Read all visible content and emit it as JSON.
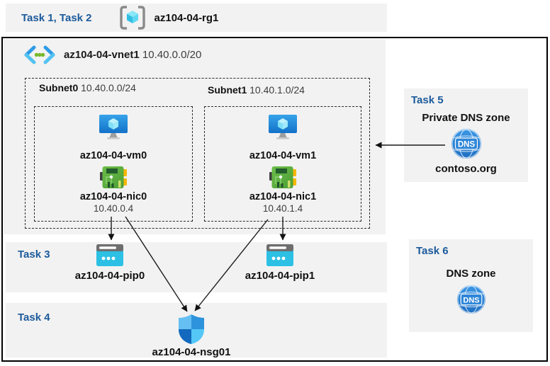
{
  "colors": {
    "task_label_blue": "#1B5A9B",
    "band_background": "#F2F2F2",
    "frame_border": "#000000",
    "pip_cyan": "#2BC0E4",
    "nic_green": "#5CB13C",
    "vm_blue": "#1E82D6",
    "dns_blue": "#2E86D8"
  },
  "top_band": {
    "tasks_label": "Task 1, Task 2",
    "resource_group_icon": "resource-group-icon",
    "resource_group_name": "az104-04-rg1"
  },
  "vnet": {
    "icon": "virtual-network-icon",
    "name": "az104-04-vnet1",
    "cidr": "10.40.0.0/20",
    "subnets": [
      {
        "name": "Subnet0",
        "cidr": "10.40.0.0/24",
        "vm": "az104-04-vm0",
        "nic": "az104-04-nic0",
        "nic_ip": "10.40.0.4"
      },
      {
        "name": "Subnet1",
        "cidr": "10.40.1.0/24",
        "vm": "az104-04-vm1",
        "nic": "az104-04-nic1",
        "nic_ip": "10.40.1.4"
      }
    ]
  },
  "task3": {
    "label": "Task 3",
    "pips": [
      "az104-04-pip0",
      "az104-04-pip1"
    ]
  },
  "task4": {
    "label": "Task 4",
    "nsg": "az104-04-nsg01"
  },
  "task5": {
    "label": "Task 5",
    "title": "Private DNS zone",
    "zone": "contoso.org",
    "icon_text": "DNS"
  },
  "task6": {
    "label": "Task 6",
    "title": "DNS zone",
    "icon_text": "DNS"
  },
  "arrows": {
    "nic0_to_pip0": "down",
    "nic1_to_pip1": "down",
    "nic0_to_nsg": "diagonal",
    "nic1_to_nsg": "diagonal",
    "private_dns_to_vnet": "left"
  }
}
